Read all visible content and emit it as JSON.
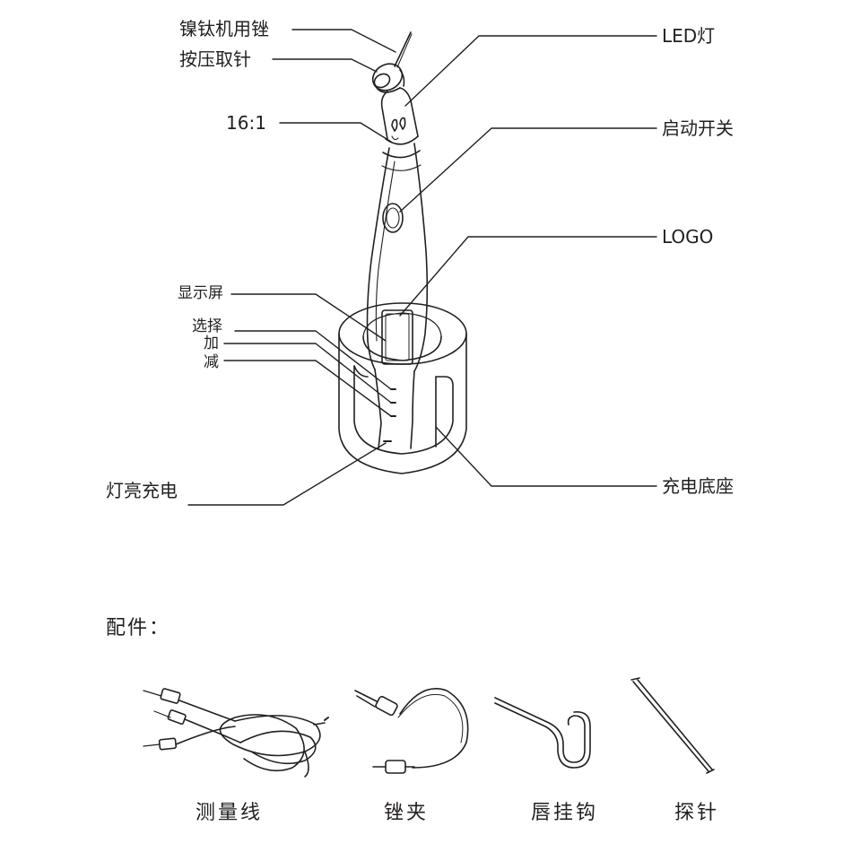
{
  "labels": {
    "niti_file": "镍钛机用锉",
    "press_release": "按压取针",
    "ratio": "16:1",
    "display": "显示屏",
    "select": "选择",
    "plus": "加",
    "minus": "减",
    "charging_light": "灯亮充电",
    "led": "LED灯",
    "start_switch": "启动开关",
    "logo": "LOGO",
    "charging_base": "充电底座"
  },
  "accessories": {
    "title": "配件：",
    "items": [
      {
        "name": "测量线"
      },
      {
        "name": "锉夹"
      },
      {
        "name": "唇挂钩"
      },
      {
        "name": "探针"
      }
    ]
  },
  "colors": {
    "line": "#231f20",
    "text": "#231f20"
  }
}
